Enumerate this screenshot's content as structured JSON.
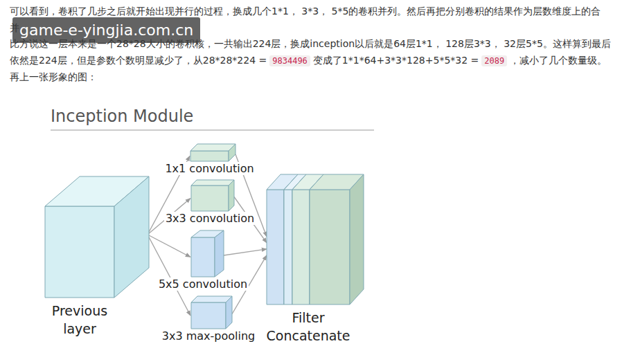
{
  "diagram": {
    "title": "Inception Module",
    "nodes": [
      {
        "text": [
          "Previous layer"
        ]
      },
      {
        "text": [
          "1x1 convolution"
        ]
      },
      {
        "text": [
          "3x3 convolution"
        ]
      },
      {
        "text": [
          "5x5 convolution"
        ]
      },
      {
        "text": [
          "3x3 max-pooling"
        ]
      },
      {
        "text": [
          "Filter Concatenate"
        ]
      }
    ],
    "edges": [
      {
        "from": 0,
        "to": 1,
        "arrow": "to"
      },
      {
        "from": 0,
        "to": 2,
        "arrow": "to"
      },
      {
        "from": 0,
        "to": 3,
        "arrow": "to"
      },
      {
        "from": 0,
        "to": 4,
        "arrow": "to"
      },
      {
        "from": 1,
        "to": 5,
        "arrow": "to"
      },
      {
        "from": 2,
        "to": 5,
        "arrow": "to"
      },
      {
        "from": 3,
        "to": 5,
        "arrow": "to"
      },
      {
        "from": 4,
        "to": 5,
        "arrow": "to"
      }
    ],
    "labels": [
      "可以看到，卷积了几步之后就开始出现并行的过程，换成几个1*1， 3*3， 5*5的卷积并列。然后再把分别卷积的结果作为层数维度上的合并。",
      "比方说这一层本来是一个28*28大小的卷积核，一共输出224层，换成inception以后就是64层1*1， 128层3*3， 32层5*5。这样算到最后依然是224层，但是参数个数明显减少了，从28*28*224 =",
      "9834496",
      "变成了1*1*64+3*3*128+5*5*32 =",
      "2089",
      "，减小了几个数量级。",
      "再上一张形象的图：",
      "game-e-yingjia.com.cn"
    ]
  }
}
